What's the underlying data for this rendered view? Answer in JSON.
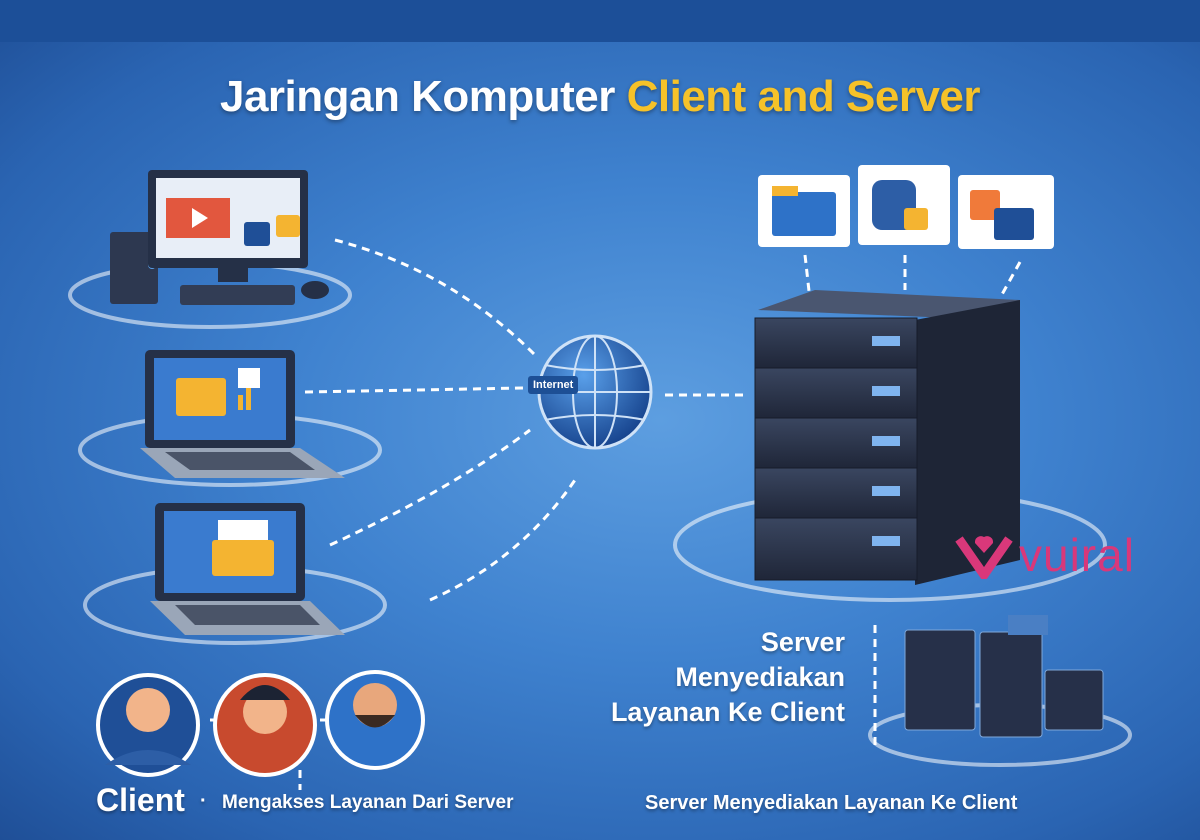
{
  "title": {
    "part1": "Jaringan Komputer ",
    "part2": "Client and Server"
  },
  "colors": {
    "background": "#3f82cf",
    "title_highlight": "#f6c229",
    "logo": "#d9387a",
    "server": "#2a3447"
  },
  "network": {
    "hub_label": "Internet"
  },
  "server": {
    "caption_lines": [
      "Server",
      "Menyediakan",
      "Layanan Ke Client"
    ]
  },
  "footer": {
    "client_label": "Client",
    "separator": "·",
    "client_description": "Mengakses Layanan Dari Server",
    "server_description": "Server Menyediakan Layanan Ke Client"
  },
  "logo": {
    "text": "vuiral"
  },
  "icons": [
    "desktop-computer",
    "laptop",
    "laptop",
    "globe",
    "folder",
    "database-lock",
    "media-files",
    "server-rack",
    "user-avatar"
  ]
}
